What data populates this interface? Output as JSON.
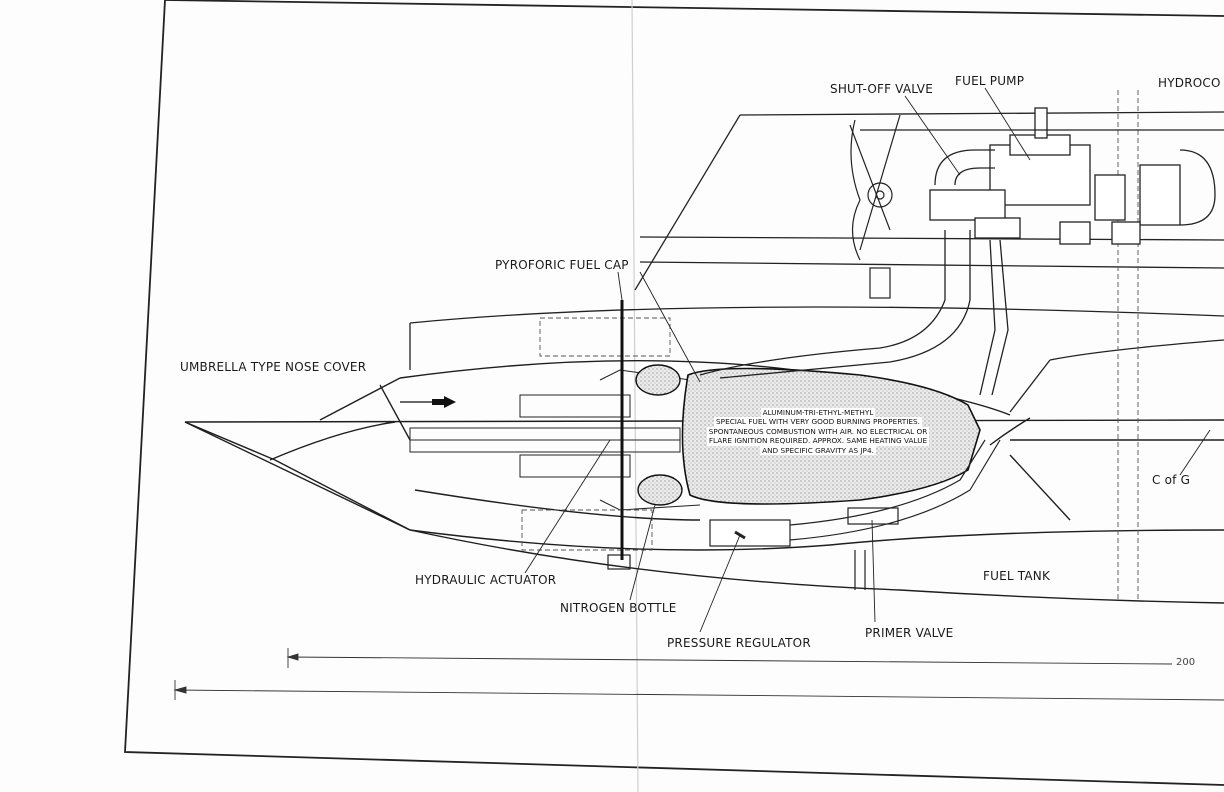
{
  "labels": {
    "shutoff_valve": "SHUT-OFF VALVE",
    "fuel_pump": "FUEL PUMP",
    "hydroco": "HYDROCO",
    "pyroforic_cap": "PYROFORIC FUEL CAP",
    "nose_cover": "UMBRELLA TYPE NOSE COVER",
    "hydraulic_actuator": "HYDRAULIC ACTUATOR",
    "nitrogen_bottle": "NITROGEN BOTTLE",
    "pressure_regulator": "PRESSURE REGULATOR",
    "primer_valve": "PRIMER VALVE",
    "fuel_tank": "FUEL TANK",
    "cg": "C of G"
  },
  "fuel_note": {
    "line1": "ALUMINUM-TRI-ETHYL-METHYL",
    "line2": "SPECIAL FUEL WITH VERY GOOD BURNING PROPERTIES.",
    "line3": "SPONTANEOUS COMBUSTION WITH AIR. NO ELECTRICAL OR",
    "line4": "FLARE IGNITION REQUIRED. APPROX. SAME HEATING VALUE",
    "line5": "AND SPECIFIC GRAVITY AS JP4."
  },
  "dimension": {
    "value": "200"
  }
}
